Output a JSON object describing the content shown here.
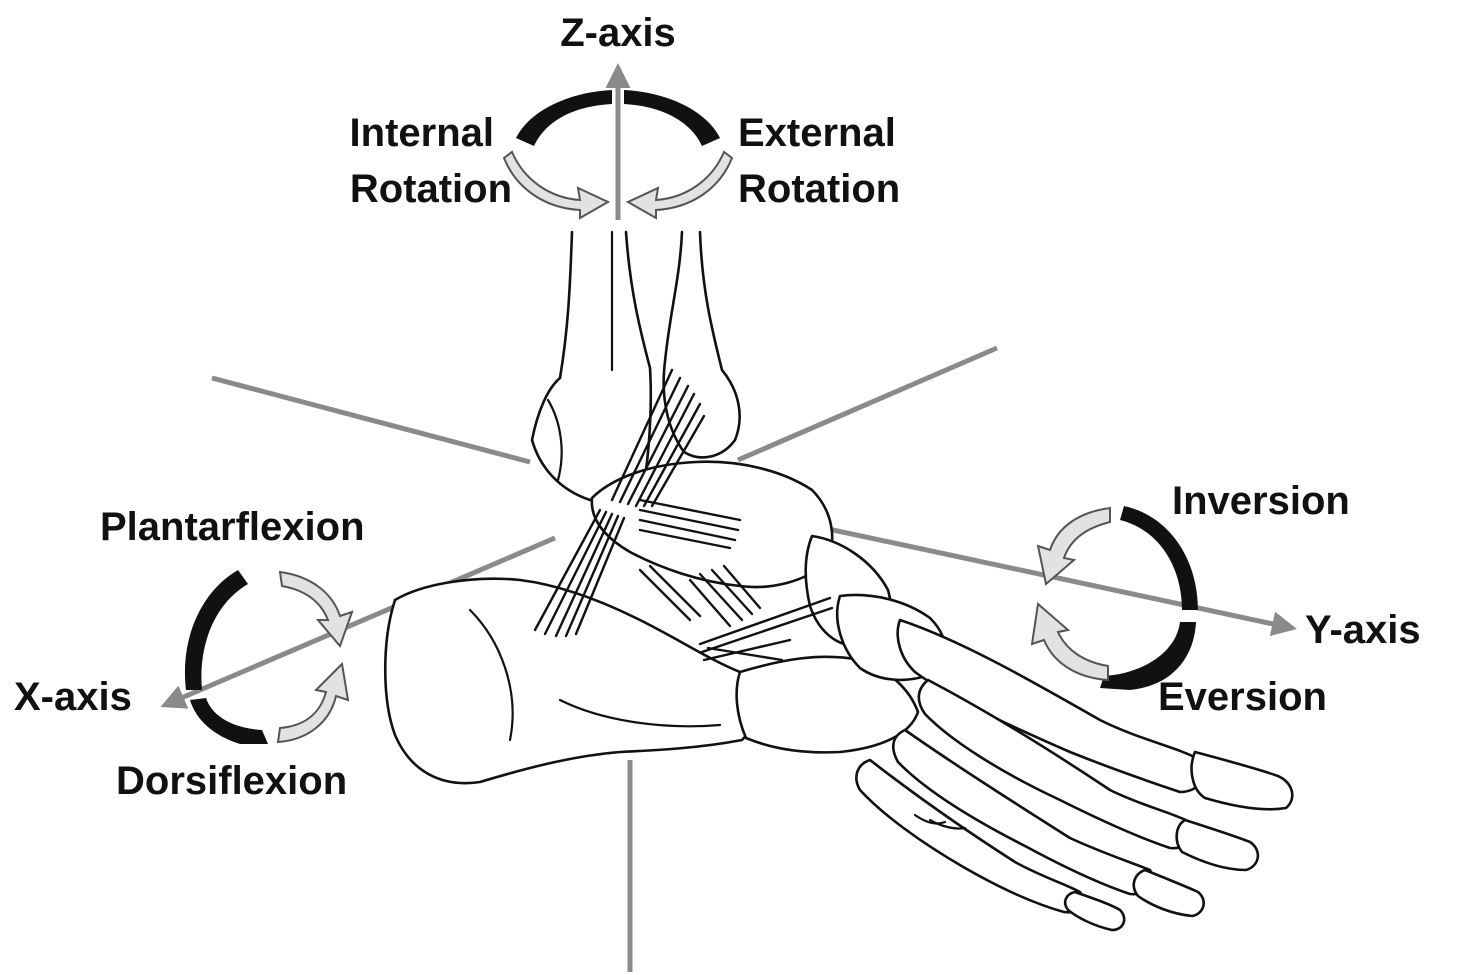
{
  "labels": {
    "z_axis": "Z-axis",
    "x_axis": "X-axis",
    "y_axis": "Y-axis",
    "internal_rotation": [
      "Internal",
      "Rotation"
    ],
    "external_rotation": [
      "External",
      "Rotation"
    ],
    "plantarflexion": "Plantarflexion",
    "dorsiflexion": "Dorsiflexion",
    "inversion": "Inversion",
    "eversion": "Eversion"
  },
  "colors": {
    "axis": "#8a8a8a",
    "ink": "#111111",
    "rotation_arrow_fill": "#e2e2e2"
  }
}
